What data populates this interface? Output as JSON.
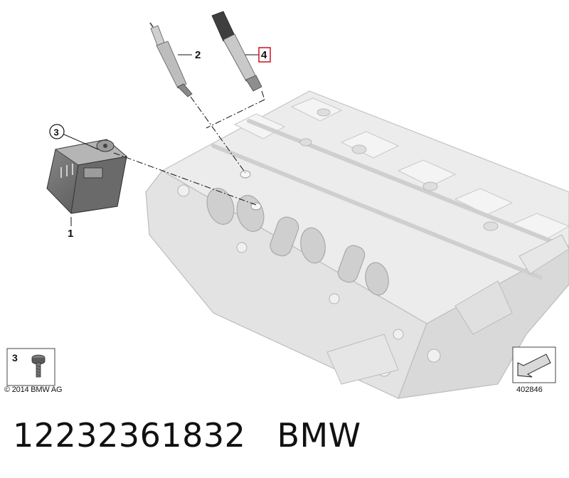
{
  "callouts": {
    "c1": "1",
    "c2": "2",
    "c3": "3",
    "c4": "4",
    "legend": "3"
  },
  "copyright": "© 2014 BMW AG",
  "diagram_number": "402846",
  "part_number": "12232361832",
  "brand": "BMW",
  "colors": {
    "callout_highlight": "#d0202a",
    "line": "#111111",
    "part_fill": "#ebebeb"
  },
  "icons": [
    "screw-icon",
    "orientation-arrow-icon"
  ]
}
